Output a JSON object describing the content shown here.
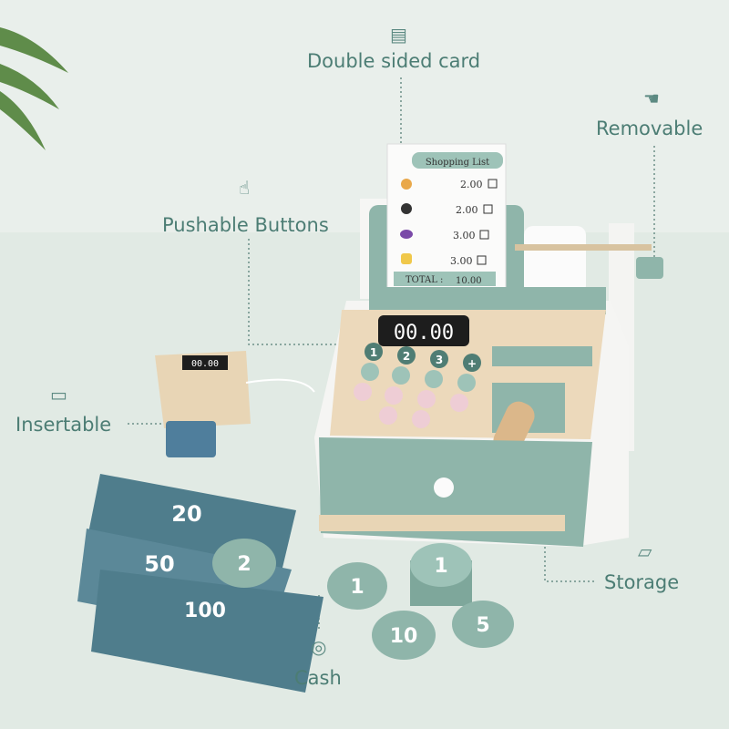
{
  "callouts": {
    "card": {
      "label": "Double sided card",
      "icon": "card-icon"
    },
    "removable": {
      "label": "Removable",
      "icon": "hand-icon"
    },
    "buttons": {
      "label": "Pushable Buttons",
      "icon": "finger-press-icon"
    },
    "insertable": {
      "label": "Insertable",
      "icon": "card-insert-icon"
    },
    "storage": {
      "label": "Storage",
      "icon": "drawer-icon"
    },
    "cash": {
      "label": "Cash",
      "icon": "coins-icon"
    }
  },
  "shopping_list": {
    "title": "Shopping List",
    "items": [
      "2.00",
      "2.00",
      "3.00",
      "3.00"
    ],
    "total_label": "TOTAL :",
    "total": "10.00"
  },
  "display": "00.00",
  "card_reader_display": "00.00",
  "keypad": [
    "1",
    "2",
    "3",
    "+"
  ],
  "bills": [
    "20",
    "50",
    "100"
  ],
  "coins": [
    "2",
    "1",
    "1",
    "5",
    "10"
  ],
  "colors": {
    "accent": "#4c7d74",
    "mint": "#9ec3b8",
    "pink": "#eecdd5",
    "wood": "#e8d5b5"
  }
}
